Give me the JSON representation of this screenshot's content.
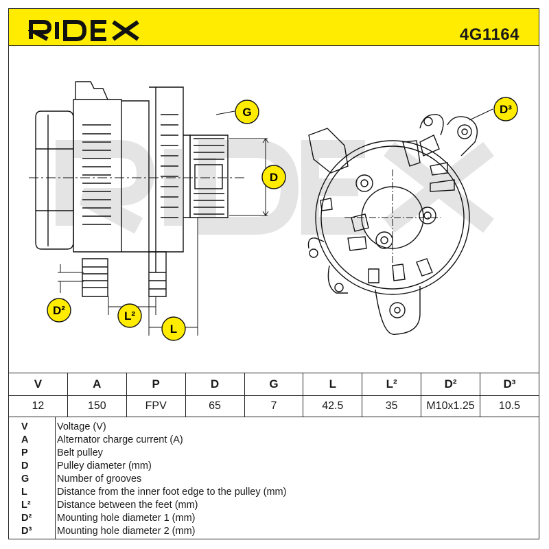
{
  "header": {
    "brand": "RIDEX",
    "part_number": "4G1164",
    "brand_color": "#ffec00"
  },
  "diagram": {
    "callouts": {
      "g": "G",
      "d": "D",
      "d2": "D²",
      "l2": "L²",
      "l": "L",
      "d3": "D³"
    },
    "watermark": "RIDEX"
  },
  "specs": {
    "headers": [
      "V",
      "A",
      "P",
      "D",
      "G",
      "L",
      "L²",
      "D²",
      "D³"
    ],
    "values": [
      "12",
      "150",
      "FPV",
      "65",
      "7",
      "42.5",
      "35",
      "M10x1.25",
      "10.5"
    ]
  },
  "legend": [
    {
      "symbol": "V",
      "text": "Voltage (V)"
    },
    {
      "symbol": "A",
      "text": "Alternator charge current (A)"
    },
    {
      "symbol": "P",
      "text": "Belt pulley"
    },
    {
      "symbol": "D",
      "text": "Pulley diameter (mm)"
    },
    {
      "symbol": "G",
      "text": "Number of grooves"
    },
    {
      "symbol": "L",
      "text": "Distance from the inner foot edge to the pulley (mm)"
    },
    {
      "symbol": "L²",
      "text": "Distance between the feet (mm)"
    },
    {
      "symbol": "D²",
      "text": "Mounting hole diameter 1 (mm)"
    },
    {
      "symbol": "D³",
      "text": "Mounting hole diameter 2 (mm)"
    }
  ]
}
